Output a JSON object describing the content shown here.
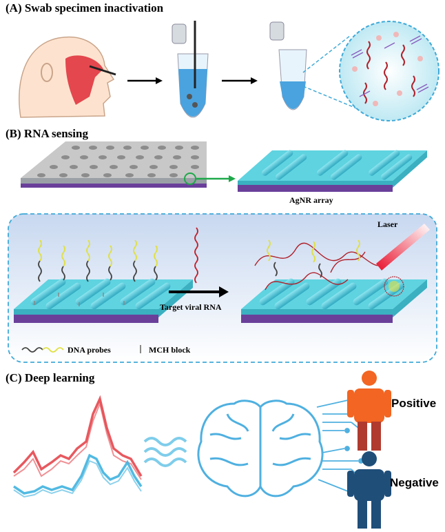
{
  "sections": {
    "a": {
      "title": "(A) Swab specimen inactivation"
    },
    "b": {
      "title": "(B) RNA sensing",
      "array_label": "AgNR array",
      "laser_label": "Laser",
      "target_label": "Target viral RNA",
      "legend_probe": "DNA probes",
      "legend_block": "MCH block"
    },
    "c": {
      "title": "(C) Deep learning",
      "positive": "Positive",
      "negative": "Negative"
    }
  },
  "colors": {
    "spectrum_positive": "#e4474e",
    "spectrum_negative": "#3fb3df",
    "positive_person": "#f26522",
    "positive_legs": "#b03a2e",
    "negative_person": "#1f4e79",
    "substrate": "#5fd3e0",
    "base": "#6a3f9a",
    "tube_liquid": "#4aa3df"
  },
  "icons": [
    "head-swab-icon",
    "tube-with-swab-icon",
    "tube-icon",
    "magnified-sample-icon",
    "chip-icon",
    "agnr-array-icon",
    "laser-icon",
    "brain-icon",
    "signal-waves-icon",
    "circuit-icon",
    "person-positive-icon",
    "person-negative-icon"
  ]
}
